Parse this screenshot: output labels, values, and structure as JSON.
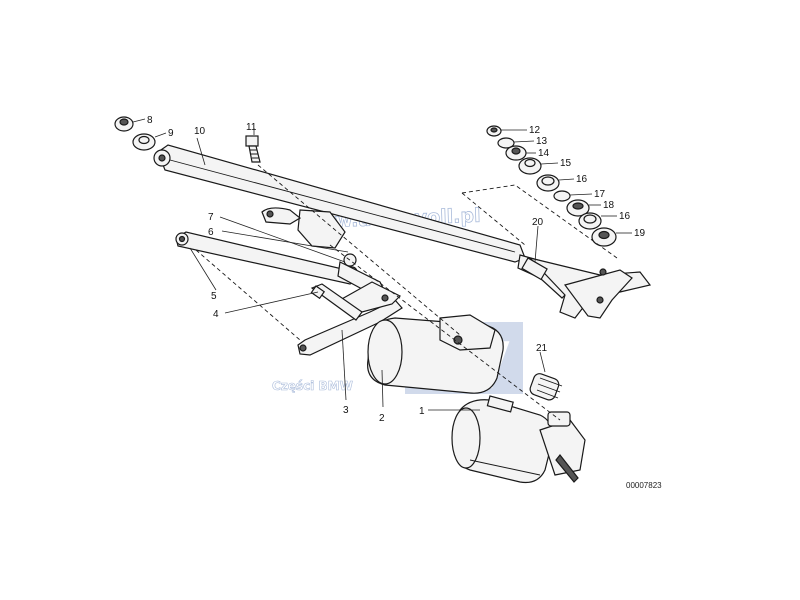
{
  "diagram": {
    "document_number": "00007823",
    "labels": {
      "p1": "1",
      "p2": "2",
      "p3": "3",
      "p4": "4",
      "p5": "5",
      "p6": "6",
      "p7": "7",
      "p8": "8",
      "p9": "9",
      "p10": "10",
      "p11": "11",
      "p12": "12",
      "p13": "13",
      "p14": "14",
      "p15": "15",
      "p16a": "16",
      "p16b": "16",
      "p17": "17",
      "p18": "18",
      "p19": "19",
      "p20": "20",
      "p21": "21"
    }
  },
  "watermark": {
    "url": "www.auto-voll.pl",
    "logo": "AV",
    "caption": "Części BMW",
    "color": "#8fa6cf"
  }
}
